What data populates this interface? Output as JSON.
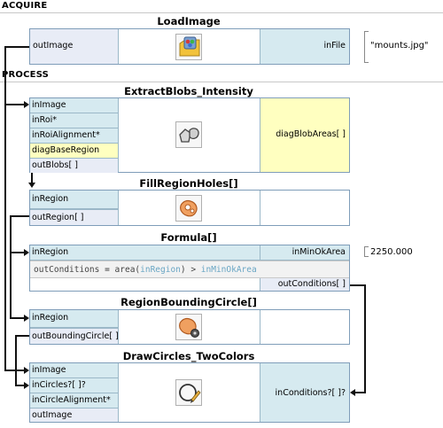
{
  "sections": {
    "acquire": "ACQUIRE",
    "process": "PROCESS"
  },
  "blocks": {
    "load_image": {
      "title": "LoadImage",
      "outputs": [
        "outImage"
      ],
      "inputs": [
        "inFile"
      ],
      "input_value": "\"mounts.jpg\"",
      "icon": "image-file-icon"
    },
    "extract_blobs": {
      "title": "ExtractBlobs_Intensity",
      "inputs": [
        "inImage",
        "inRoi*",
        "inRoiAlignment*",
        "diagBaseRegion"
      ],
      "outputs": [
        "outBlobs[ ]"
      ],
      "diag_right": "diagBlobAreas[ ]",
      "icon": "blobs-icon"
    },
    "fill_region_holes": {
      "title": "FillRegionHoles[]",
      "inputs": [
        "inRegion"
      ],
      "outputs": [
        "outRegion[ ]"
      ],
      "icon": "fill-holes-icon"
    },
    "formula": {
      "title": "Formula[]",
      "inputs": [
        "inRegion"
      ],
      "right_input": "inMinOkArea",
      "right_input_value": "2250.000",
      "expression": {
        "lhs": "outConditions",
        "eq": " = ",
        "fn": "area(",
        "arg1": "inRegion",
        "mid": ") > ",
        "arg2": "inMinOkArea"
      },
      "outputs": [
        "outConditions[ ]"
      ]
    },
    "region_bounding_circle": {
      "title": "RegionBoundingCircle[]",
      "inputs": [
        "inRegion"
      ],
      "outputs": [
        "outBoundingCircle[ ]"
      ],
      "icon": "bounding-circle-icon"
    },
    "draw_circles": {
      "title": "DrawCircles_TwoColors",
      "inputs": [
        "inImage",
        "inCircles?[ ]?",
        "inCircleAlignment*"
      ],
      "outputs": [
        "outImage"
      ],
      "right_input": "inConditions?[ ]?",
      "icon": "draw-circle-icon"
    }
  }
}
